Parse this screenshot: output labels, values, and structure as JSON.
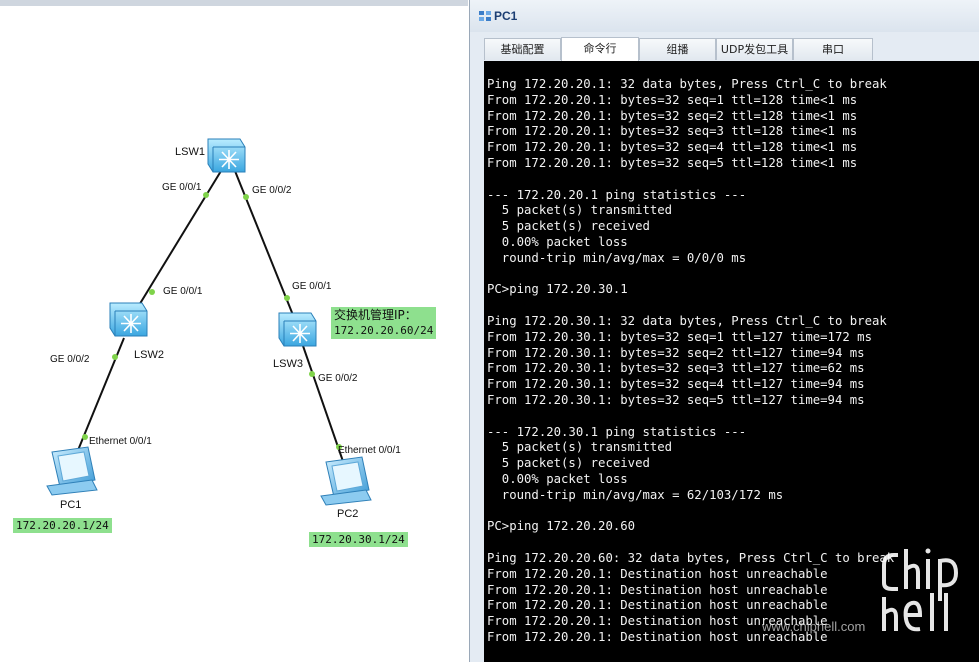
{
  "topology": {
    "devices": [
      {
        "id": "lsw1",
        "label": "LSW1"
      },
      {
        "id": "lsw2",
        "label": "LSW2"
      },
      {
        "id": "lsw3",
        "label": "LSW3"
      },
      {
        "id": "pc1",
        "label": "PC1"
      },
      {
        "id": "pc2",
        "label": "PC2"
      }
    ],
    "ports": {
      "lsw1_a": "GE 0/0/1",
      "lsw1_b": "GE 0/0/2",
      "lsw2_up": "GE 0/0/1",
      "lsw2_down": "GE 0/0/2",
      "lsw3_up": "GE 0/0/1",
      "lsw3_down": "GE 0/0/2",
      "pc1_eth": "Ethernet 0/0/1",
      "pc2_eth": "Ethernet 0/0/1"
    },
    "pc1_ip": "172.20.20.1/24",
    "pc2_ip": "172.20.30.1/24",
    "mgmt_note_line1": "交换机管理IP：",
    "mgmt_note_line2": "172.20.20.60/24"
  },
  "window": {
    "title": "PC1",
    "tabs": [
      {
        "label": "基础配置"
      },
      {
        "label": "命令行",
        "active": true
      },
      {
        "label": "组播"
      },
      {
        "label": "UDP发包工具"
      },
      {
        "label": "串口"
      }
    ]
  },
  "console": {
    "lines": [
      "Ping 172.20.20.1: 32 data bytes, Press Ctrl_C to break",
      "From 172.20.20.1: bytes=32 seq=1 ttl=128 time<1 ms",
      "From 172.20.20.1: bytes=32 seq=2 ttl=128 time<1 ms",
      "From 172.20.20.1: bytes=32 seq=3 ttl=128 time<1 ms",
      "From 172.20.20.1: bytes=32 seq=4 ttl=128 time<1 ms",
      "From 172.20.20.1: bytes=32 seq=5 ttl=128 time<1 ms",
      "",
      "--- 172.20.20.1 ping statistics ---",
      "  5 packet(s) transmitted",
      "  5 packet(s) received",
      "  0.00% packet loss",
      "  round-trip min/avg/max = 0/0/0 ms",
      "",
      "PC>ping 172.20.30.1",
      "",
      "Ping 172.20.30.1: 32 data bytes, Press Ctrl_C to break",
      "From 172.20.30.1: bytes=32 seq=1 ttl=127 time=172 ms",
      "From 172.20.30.1: bytes=32 seq=2 ttl=127 time=94 ms",
      "From 172.20.30.1: bytes=32 seq=3 ttl=127 time=62 ms",
      "From 172.20.30.1: bytes=32 seq=4 ttl=127 time=94 ms",
      "From 172.20.30.1: bytes=32 seq=5 ttl=127 time=94 ms",
      "",
      "--- 172.20.30.1 ping statistics ---",
      "  5 packet(s) transmitted",
      "  5 packet(s) received",
      "  0.00% packet loss",
      "  round-trip min/avg/max = 62/103/172 ms",
      "",
      "PC>ping 172.20.20.60",
      "",
      "Ping 172.20.20.60: 32 data bytes, Press Ctrl_C to break",
      "From 172.20.20.1: Destination host unreachable",
      "From 172.20.20.1: Destination host unreachable",
      "From 172.20.20.1: Destination host unreachable",
      "From 172.20.20.1: Destination host unreachable",
      "From 172.20.20.1: Destination host unreachable"
    ]
  },
  "watermark": {
    "logo": "chiphell",
    "url": "www.chiphell.com"
  },
  "colors": {
    "label_bg": "#8ee08e",
    "console_bg": "#000000",
    "link_dot": "#7fd34a"
  }
}
